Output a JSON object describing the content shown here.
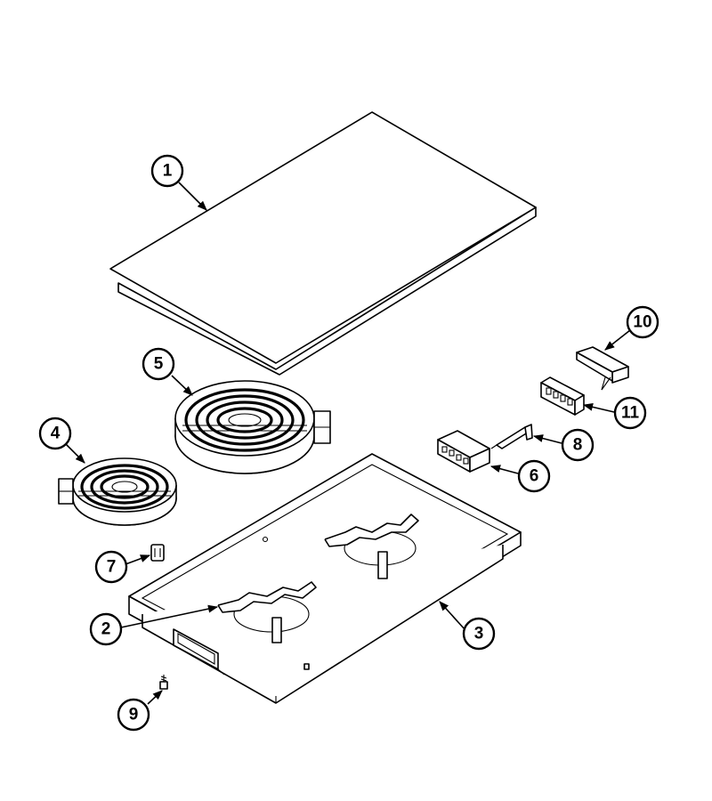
{
  "colors": {
    "line": "#000000",
    "background": "#ffffff"
  },
  "callouts": [
    {
      "id": "1",
      "label": "1"
    },
    {
      "id": "2",
      "label": "2"
    },
    {
      "id": "3",
      "label": "3"
    },
    {
      "id": "4",
      "label": "4"
    },
    {
      "id": "5",
      "label": "5"
    },
    {
      "id": "6",
      "label": "6"
    },
    {
      "id": "7",
      "label": "7"
    },
    {
      "id": "8",
      "label": "8"
    },
    {
      "id": "9",
      "label": "9"
    },
    {
      "id": "10",
      "label": "10"
    },
    {
      "id": "11",
      "label": "11"
    }
  ]
}
